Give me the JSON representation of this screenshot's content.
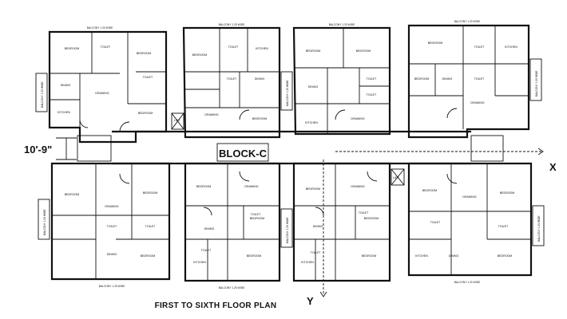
{
  "labels": {
    "block": "BLOCK-C",
    "title": "FIRST TO SIXTH FLOOR PLAN",
    "dimension": "10'-9\"",
    "section_x": "X",
    "section_y": "Y",
    "lift_upper": "LIFT",
    "lift_lower": "LIFT"
  },
  "balconies": {
    "top_1": "BALCONY 1.20 WIDE",
    "top_2": "BALCONY 1.20 WIDE",
    "top_3": "BALCONY 1.20 WIDE",
    "top_4": "BALCONY 1.20 WIDE",
    "bottom_1": "BALCONY 1.20 WIDE",
    "bottom_2": "BALCONY 1.20 WIDE",
    "bottom_4": "BALCONY 1.20 WIDE",
    "side_left_upper": "BALCONY 1.20 WIDE",
    "side_left_lower": "BALCONY 1.20 WIDE",
    "side_3_upper": "BALCONY 1.20 WIDE",
    "side_3_lower": "BALCONY 1.20 WIDE",
    "side_right_upper": "BALCONY 1.20 WIDE",
    "side_right_lower": "BALCONY 1.20 WIDE"
  },
  "rooms": [
    {
      "label": "BEDROOM"
    },
    {
      "label": "TOILET"
    },
    {
      "label": "BEDROOM"
    },
    {
      "label": "DINING"
    },
    {
      "label": "TOILET"
    },
    {
      "label": "KITCHEN"
    },
    {
      "label": "DRAWING"
    },
    {
      "label": "BEDROOM"
    },
    {
      "label": "BEDROOM"
    },
    {
      "label": "TOILET"
    },
    {
      "label": "KITCHEN"
    },
    {
      "label": "TOILET"
    },
    {
      "label": "DINING"
    },
    {
      "label": "DRAWING"
    },
    {
      "label": "BEDROOM"
    },
    {
      "label": "BEDROOM"
    },
    {
      "label": "BEDROOM"
    },
    {
      "label": "DINING"
    },
    {
      "label": "TOILET"
    },
    {
      "label": "TOILET"
    },
    {
      "label": "KITCHEN"
    },
    {
      "label": "DRAWING"
    },
    {
      "label": "BEDROOM"
    },
    {
      "label": "KITCHEN"
    },
    {
      "label": "TOILET"
    },
    {
      "label": "TOILET"
    },
    {
      "label": "DINING"
    },
    {
      "label": "BEDROOM"
    },
    {
      "label": "DRAWING"
    },
    {
      "label": "BEDROOM"
    },
    {
      "label": "BEDROOM"
    },
    {
      "label": "DRAWING"
    },
    {
      "label": "TOILET"
    },
    {
      "label": "TOILET"
    },
    {
      "label": "DINING"
    },
    {
      "label": "BEDROOM"
    },
    {
      "label": "BEDROOM"
    },
    {
      "label": "DRAWING"
    },
    {
      "label": "BEDROOM"
    },
    {
      "label": "DINING"
    },
    {
      "label": "TOILET"
    },
    {
      "label": "TOILET"
    },
    {
      "label": "KITCHEN"
    },
    {
      "label": "BEDROOM"
    },
    {
      "label": "BEDROOM"
    },
    {
      "label": "DRAWING"
    },
    {
      "label": "BEDROOM"
    },
    {
      "label": "DINING"
    },
    {
      "label": "TOILET"
    },
    {
      "label": "TOILET"
    },
    {
      "label": "KITCHEN"
    },
    {
      "label": "BEDROOM"
    },
    {
      "label": "BEDROOM"
    },
    {
      "label": "DRAWING"
    },
    {
      "label": "BEDROOM"
    },
    {
      "label": "TOILET"
    },
    {
      "label": "TOILET"
    },
    {
      "label": "KITCHEN"
    },
    {
      "label": "DINING"
    },
    {
      "label": "BEDROOM"
    }
  ]
}
